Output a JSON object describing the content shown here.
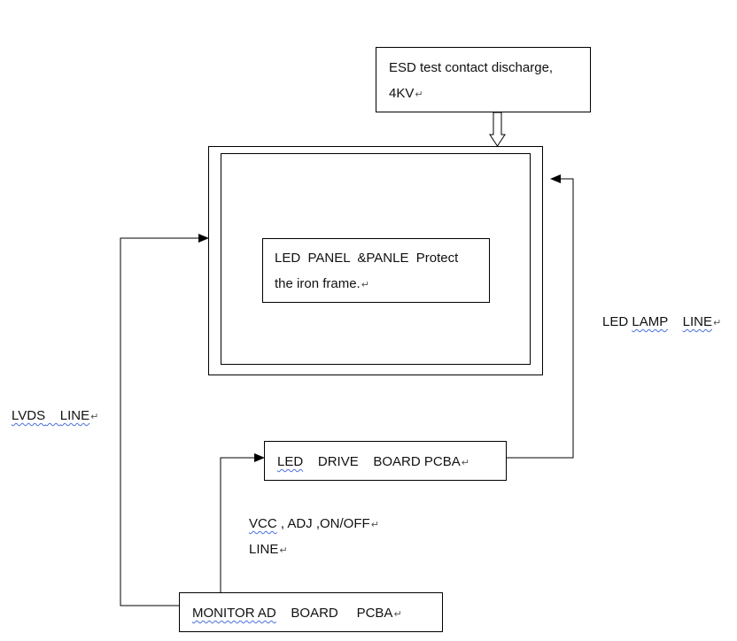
{
  "colors": {
    "line": "#000000",
    "text": "#111111",
    "spellcheck_underline": "#4a6fd9",
    "paragraph_mark": "#555555"
  },
  "paragraph_mark": "↵",
  "esd_box": {
    "line1": "ESD test contact discharge,",
    "line2": "4KV"
  },
  "panel_box": {
    "line1": "LED  PANEL  &PANLE  Protect",
    "line2": "the iron frame."
  },
  "led_lamp_label": {
    "part1": "LED ",
    "part2": "LAMP",
    "part3": "    ",
    "part4": "LINE"
  },
  "lvds_label": {
    "part1": "LVDS",
    "part2": "    ",
    "part3": "LINE"
  },
  "drive_box": {
    "part1": "LED",
    "part2": "    DRIVE    BOARD PCBA"
  },
  "vcc_label": {
    "part1": "VCC",
    "part2": " , ADJ ,ON/OFF",
    "line2": "LINE"
  },
  "monitor_box": {
    "part1": "MONITOR AD",
    "part2": "    BOARD     PCBA"
  }
}
